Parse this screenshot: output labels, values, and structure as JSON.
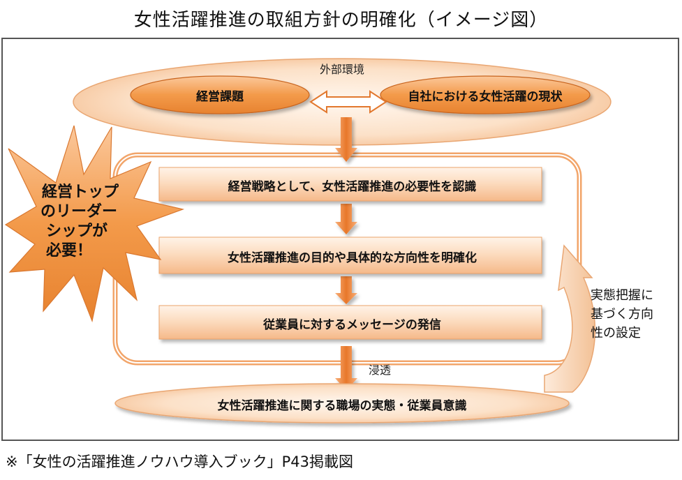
{
  "title": "女性活躍推進の取組方針の明確化（イメージ図）",
  "external_environment": "外部環境",
  "management_issues": "経営課題",
  "company_status": "自社における女性活躍の現状",
  "steps": [
    "経営戦略として、女性活躍推進の必要性を認識",
    "女性活躍推進の目的や具体的な方向性を明確化",
    "従業員に対するメッセージの発信"
  ],
  "leadership_burst": [
    "経営トップ",
    "のリーダー",
    "シップが",
    "必要！"
  ],
  "feedback_note": [
    "実態把握に",
    "基づく方向",
    "性の設定"
  ],
  "penetration": "浸透",
  "bottom_ellipse": "女性活躍推進に関する職場の実態・従業員意識",
  "footnote": "※「女性の活躍推進ノウハウ導入ブック」P43掲載図",
  "colors": {
    "orange": "#F39A4A",
    "light_orange": "#FBE2CC",
    "border": "#E2782E"
  }
}
